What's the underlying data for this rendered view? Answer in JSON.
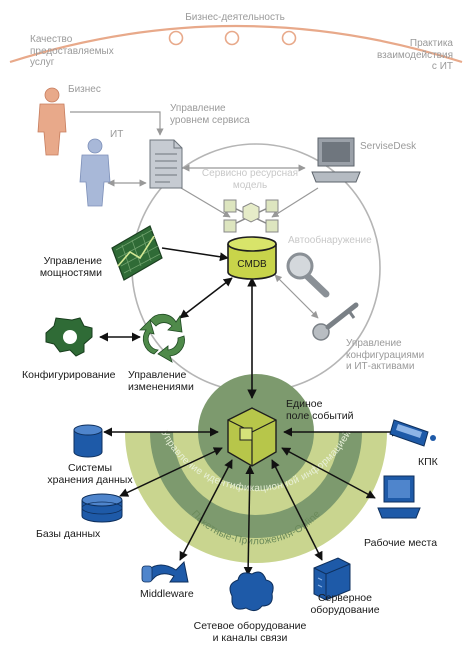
{
  "top": {
    "business_activity": "Бизнес-деятельность",
    "service_quality": "Качество\nпредоставляемых\nуслуг",
    "it_practice": "Практика\nвзаимодействия\nс ИТ"
  },
  "actors": {
    "business": "Бизнес",
    "it": "ИТ"
  },
  "circle": {
    "service_level": "Управление\nуровнем сервиса",
    "servicedesk": "ServiseDesk",
    "resource_model": "Сервисно ресурсная\nмодель",
    "cmdb": "CMDB",
    "autodiscovery": "Автообнаружение",
    "config_mgmt": "Управление\nконфигурациями\nи ИТ-активами"
  },
  "left": {
    "capacity": "Управление\nмощностями",
    "configuring": "Конфигурирование",
    "change": "Управление\nизменениями"
  },
  "bottom": {
    "event_field": "Единое\nполе событий",
    "arc_outer": "Управление идентификационной информацией",
    "arc_inner": "Пакетные-Приложения-Online",
    "storage": "Системы\nхранения данных",
    "pda": "КПК",
    "databases": "Базы данных",
    "workstations": "Рабочие места",
    "middleware": "Middleware",
    "servers": "Серверное\nоборудование",
    "network": "Сетевое оборудование\nи каналы связи"
  },
  "colors": {
    "orange_arc": "#e8a98a",
    "light_green": "#c9d58f",
    "mid_green": "#7d9a6e",
    "dark_green": "#3f6f44",
    "olive_cube": "#b7c64a",
    "blue_device": "#1e5aa8"
  }
}
